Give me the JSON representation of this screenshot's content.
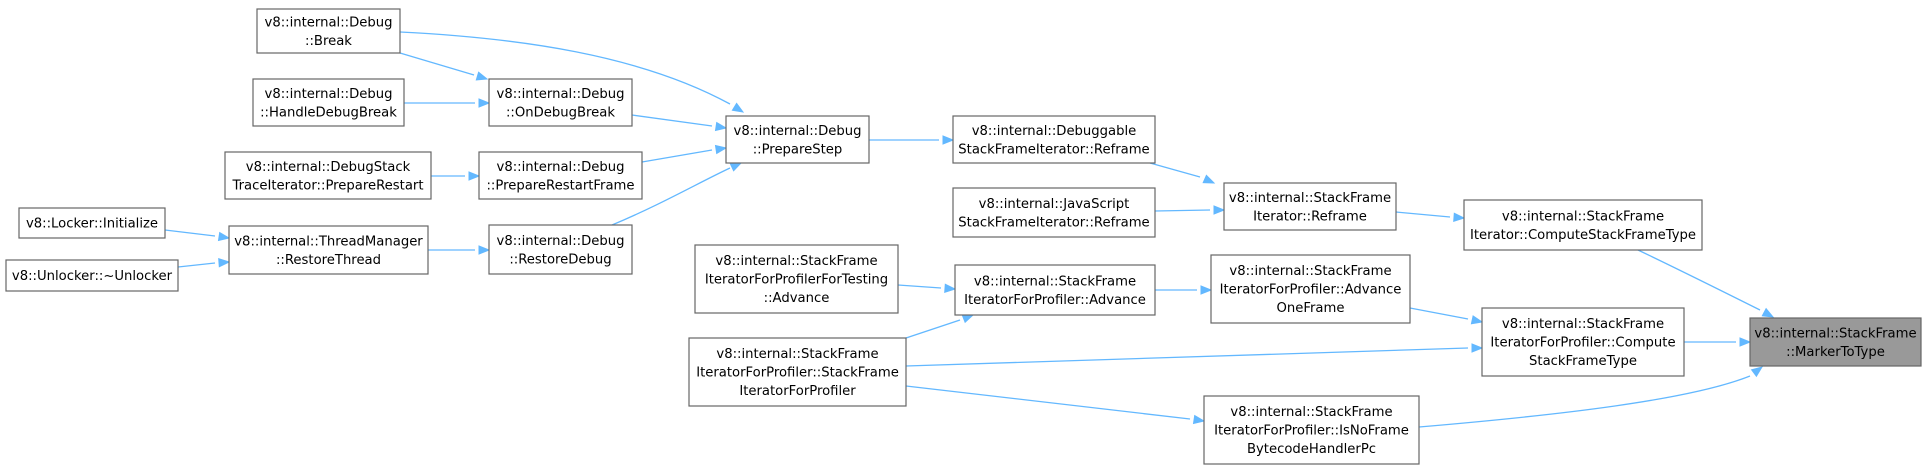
{
  "diagram": {
    "colors": {
      "edge": "#63b8ff",
      "node_border": "#666666",
      "node_fill": "#ffffff",
      "focus_fill": "#999999"
    },
    "nodes": [
      {
        "id": "marker_to_type",
        "lines": [
          "v8::internal::StackFrame",
          "::MarkerToType"
        ],
        "focus": true
      },
      {
        "id": "compute_sft",
        "lines": [
          "v8::internal::StackFrame",
          "Iterator::ComputeStackFrameType"
        ]
      },
      {
        "id": "sfifp_compute",
        "lines": [
          "v8::internal::StackFrame",
          "IteratorForProfiler::Compute",
          "StackFrameType"
        ]
      },
      {
        "id": "sfifp_isnoframe",
        "lines": [
          "v8::internal::StackFrame",
          "IteratorForProfiler::IsNoFrame",
          "BytecodeHandlerPc"
        ]
      },
      {
        "id": "sfi_reframe",
        "lines": [
          "v8::internal::StackFrame",
          "Iterator::Reframe"
        ]
      },
      {
        "id": "debuggable_reframe",
        "lines": [
          "v8::internal::Debuggable",
          "StackFrameIterator::Reframe"
        ]
      },
      {
        "id": "js_reframe",
        "lines": [
          "v8::internal::JavaScript",
          "StackFrameIterator::Reframe"
        ]
      },
      {
        "id": "sfifp_advance_one",
        "lines": [
          "v8::internal::StackFrame",
          "IteratorForProfiler::Advance",
          "OneFrame"
        ]
      },
      {
        "id": "sfifp_advance",
        "lines": [
          "v8::internal::StackFrame",
          "IteratorForProfiler::Advance"
        ]
      },
      {
        "id": "sfifpt_advance",
        "lines": [
          "v8::internal::StackFrame",
          "IteratorForProfilerForTesting",
          "::Advance"
        ]
      },
      {
        "id": "sfifp_ctor",
        "lines": [
          "v8::internal::StackFrame",
          "IteratorForProfiler::StackFrame",
          "IteratorForProfiler"
        ]
      },
      {
        "id": "debug_preparestep",
        "lines": [
          "v8::internal::Debug",
          "::PrepareStep"
        ]
      },
      {
        "id": "debug_break",
        "lines": [
          "v8::internal::Debug",
          "::Break"
        ]
      },
      {
        "id": "debug_ondebugbreak",
        "lines": [
          "v8::internal::Debug",
          "::OnDebugBreak"
        ]
      },
      {
        "id": "debug_handledebugbreak",
        "lines": [
          "v8::internal::Debug",
          "::HandleDebugBreak"
        ]
      },
      {
        "id": "debug_preparerestartframe",
        "lines": [
          "v8::internal::Debug",
          "::PrepareRestartFrame"
        ]
      },
      {
        "id": "dsti_preparerestart",
        "lines": [
          "v8::internal::DebugStack",
          "TraceIterator::PrepareRestart"
        ]
      },
      {
        "id": "debug_restoredebug",
        "lines": [
          "v8::internal::Debug",
          "::RestoreDebug"
        ]
      },
      {
        "id": "tm_restorethread",
        "lines": [
          "v8::internal::ThreadManager",
          "::RestoreThread"
        ]
      },
      {
        "id": "locker_initialize",
        "lines": [
          "v8::Locker::Initialize"
        ]
      },
      {
        "id": "unlocker_dtor",
        "lines": [
          "v8::Unlocker::~Unlocker"
        ]
      }
    ],
    "edges": [
      [
        "compute_sft",
        "marker_to_type"
      ],
      [
        "sfifp_compute",
        "marker_to_type"
      ],
      [
        "sfifp_isnoframe",
        "marker_to_type"
      ],
      [
        "sfi_reframe",
        "compute_sft"
      ],
      [
        "debuggable_reframe",
        "sfi_reframe"
      ],
      [
        "js_reframe",
        "sfi_reframe"
      ],
      [
        "debug_preparestep",
        "debuggable_reframe"
      ],
      [
        "debug_break",
        "debug_preparestep"
      ],
      [
        "debug_break",
        "debug_ondebugbreak"
      ],
      [
        "debug_ondebugbreak",
        "debug_preparestep"
      ],
      [
        "debug_handledebugbreak",
        "debug_ondebugbreak"
      ],
      [
        "debug_preparerestartframe",
        "debug_preparestep"
      ],
      [
        "dsti_preparerestart",
        "debug_preparerestartframe"
      ],
      [
        "debug_restoredebug",
        "debug_preparestep"
      ],
      [
        "tm_restorethread",
        "debug_restoredebug"
      ],
      [
        "locker_initialize",
        "tm_restorethread"
      ],
      [
        "unlocker_dtor",
        "tm_restorethread"
      ],
      [
        "sfifp_advance_one",
        "sfifp_compute"
      ],
      [
        "sfifp_advance",
        "sfifp_advance_one"
      ],
      [
        "sfifpt_advance",
        "sfifp_advance"
      ],
      [
        "sfifp_ctor",
        "sfifp_advance"
      ],
      [
        "sfifp_ctor",
        "sfifp_compute"
      ],
      [
        "sfifp_ctor",
        "sfifp_isnoframe"
      ]
    ]
  }
}
